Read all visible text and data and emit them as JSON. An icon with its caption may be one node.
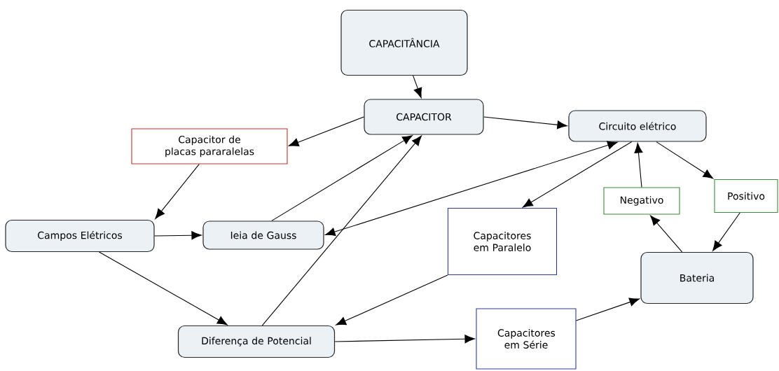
{
  "diagram": {
    "nodes": [
      {
        "text": [
          "CAPACITÂNCIA"
        ]
      },
      {
        "text": [
          "CAPACITOR"
        ]
      },
      {
        "text": [
          "Circuito elétrico"
        ]
      },
      {
        "text": [
          "Capacitor de placas pararalelas"
        ]
      },
      {
        "text": [
          "Campos Elétricos"
        ]
      },
      {
        "text": [
          "Ieia de Gauss"
        ]
      },
      {
        "text": [
          "Capacitores em Paralelo"
        ]
      },
      {
        "text": [
          "Negativo"
        ]
      },
      {
        "text": [
          "Positivo"
        ]
      },
      {
        "text": [
          "Bateria"
        ]
      },
      {
        "text": [
          "Diferença de Potencial"
        ]
      },
      {
        "text": [
          "Capacitores em Série"
        ]
      }
    ],
    "edges": [
      {
        "from": 0,
        "to": 1,
        "arrow": "to"
      },
      {
        "from": 1,
        "to": 3,
        "arrow": "to"
      },
      {
        "from": 1,
        "to": 2,
        "arrow": "to"
      },
      {
        "from": 3,
        "to": 4,
        "arrow": "to"
      },
      {
        "from": 4,
        "to": 5,
        "arrow": "to"
      },
      {
        "from": 4,
        "to": 10,
        "arrow": "to"
      },
      {
        "from": 5,
        "to": 1,
        "arrow": "to"
      },
      {
        "from": 10,
        "to": 1,
        "arrow": "to"
      },
      {
        "from": 2,
        "to": 5,
        "arrow": "both"
      },
      {
        "from": 2,
        "to": 6,
        "arrow": "to"
      },
      {
        "from": 6,
        "to": 10,
        "arrow": "to"
      },
      {
        "from": 2,
        "to": 8,
        "arrow": "to"
      },
      {
        "from": 7,
        "to": 2,
        "arrow": "to"
      },
      {
        "from": 8,
        "to": 9,
        "arrow": "to"
      },
      {
        "from": 9,
        "to": 7,
        "arrow": "to"
      },
      {
        "from": 10,
        "to": 11,
        "arrow": "to"
      },
      {
        "from": 11,
        "to": 9,
        "arrow": "to"
      }
    ]
  }
}
